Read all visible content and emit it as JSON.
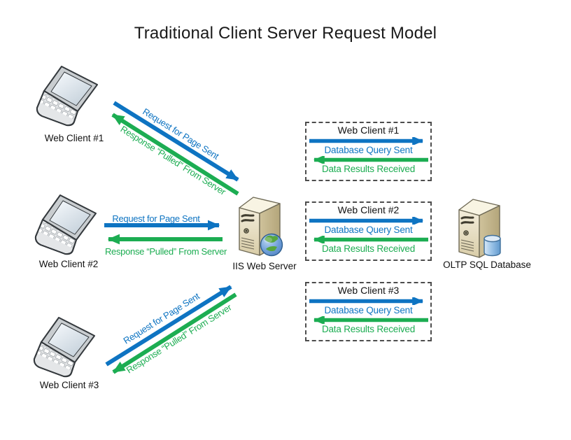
{
  "title": "Traditional Client Server Request Model",
  "colors": {
    "request_blue": "#0e74c2",
    "response_green": "#1cad52",
    "dashed_border": "#4d4d4d"
  },
  "clients": [
    {
      "label": "Web Client #1"
    },
    {
      "label": "Web Client #2"
    },
    {
      "label": "Web Client #3"
    }
  ],
  "server": {
    "label": "IIS Web Server"
  },
  "database": {
    "label": "OLTP SQL Database"
  },
  "flow_arrows": {
    "request_label": "Request for Page Sent",
    "response_label": "Response “Pulled” From Server"
  },
  "query_boxes": [
    {
      "title": "Web Client #1",
      "query_label": "Database Query Sent",
      "result_label": "Data Results Received"
    },
    {
      "title": "Web Client #2",
      "query_label": "Database Query Sent",
      "result_label": "Data Results Received"
    },
    {
      "title": "Web Client #3",
      "query_label": "Database Query Sent",
      "result_label": "Data Results Received"
    }
  ]
}
